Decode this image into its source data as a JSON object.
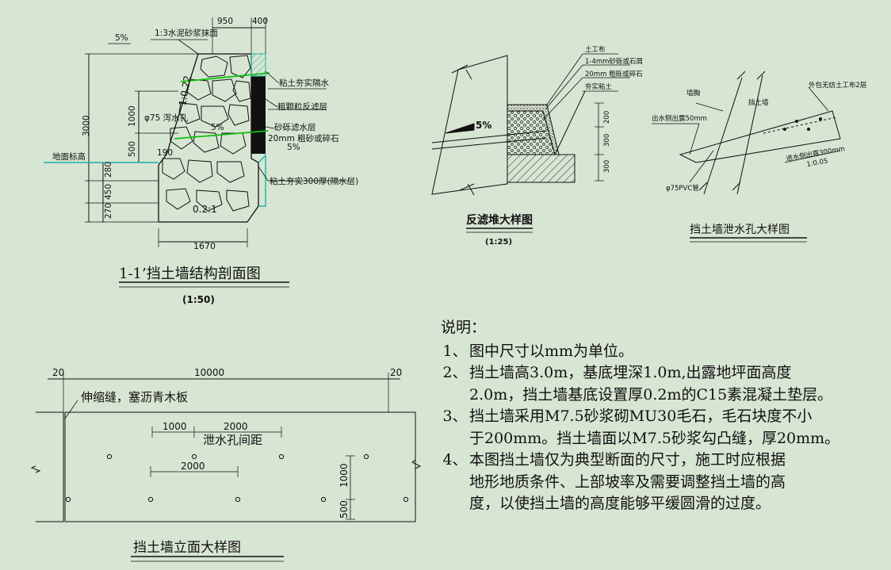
{
  "section": {
    "title": "1-1’挡土墙结构剖面图",
    "scale": "(1:50)",
    "labels": {
      "slope_top": "5%",
      "mortar": "1:3水泥砂浆抹面",
      "dim_950": "950",
      "dim_400": "400",
      "clay_top": "粘土夯实隔水",
      "filter_coarse": "粗颗粒反滤层",
      "gravel": "砂砾滤水层",
      "gravel2": "20mm 粗砂或碎石",
      "slope_mid": "5%",
      "clay_bottom": "粘土夯实300厚(隔水层)",
      "dim_3000": "3000",
      "dim_1000": "1000",
      "dim_500": "500",
      "dim_190": "190",
      "dim_280": "280",
      "dim_450": "450",
      "dim_270": "270",
      "dim_1670": "1670",
      "slope_ratio": "1:0.22",
      "drain": "φ75 泻水孔",
      "ground": "地面标高",
      "base_ratio": "0.2:1",
      "slope_inner": "5%"
    }
  },
  "filter": {
    "title": "反滤堆大样图",
    "scale": "(1:25)",
    "labels": {
      "cloth": "土工布",
      "layer1": "1-4mm砂砾或石屑",
      "layer2": "20mm 粗砾或碎石",
      "clay": "夯实粘土",
      "slope": "5%",
      "d200": "200",
      "d300a": "300",
      "d300b": "300"
    }
  },
  "drain": {
    "title": "挡土墙泄水孔大样图",
    "labels": {
      "wall": "墙胸",
      "retain": "挡土墙",
      "geo": "外包无纺土工布2层",
      "outlet": "出水侧出露50mm",
      "inlet": "进水侧出露300mm",
      "slope": "1:0.05",
      "pipe": "φ75PVC管"
    }
  },
  "elevation": {
    "title": "挡土墙立面大样图",
    "labels": {
      "d20a": "20",
      "d10000": "10000",
      "d20b": "20",
      "joint": "伸缩缝，塞沥青木板",
      "d1000": "1000",
      "d2000a": "2000",
      "spacing": "泄水孔间距",
      "d2000b": "2000",
      "v1000": "1000",
      "v500": "500"
    }
  },
  "notes": {
    "title": "说明：",
    "items": [
      {
        "num": "1、",
        "text": "图中尺寸以mm为单位。"
      },
      {
        "num": "2、",
        "text": "挡土墙高3.0m，基底埋深1.0m,出露地坪面高度"
      },
      {
        "num": "",
        "text": "2.0m，挡土墙基底设置厚0.2m的C15素混凝土垫层。"
      },
      {
        "num": "3、",
        "text": "挡土墙采用M7.5砂浆砌MU30毛石，毛石块度不小"
      },
      {
        "num": "",
        "text": "于200mm。挡土墙面以M7.5砂浆勾凸缝，厚20mm。"
      },
      {
        "num": "4、",
        "text": "本图挡土墙仅为典型断面的尺寸，施工时应根据"
      },
      {
        "num": "",
        "text": "地形地质条件、上部坡率及需要调整挡土墙的高"
      },
      {
        "num": "",
        "text": "度，以使挡土墙的高度能够平缓圆滑的过度。"
      }
    ]
  },
  "colors": {
    "background": "#d7e5d3",
    "line": "#111111",
    "green": "#10c010",
    "cyan": "#19b3a5"
  }
}
